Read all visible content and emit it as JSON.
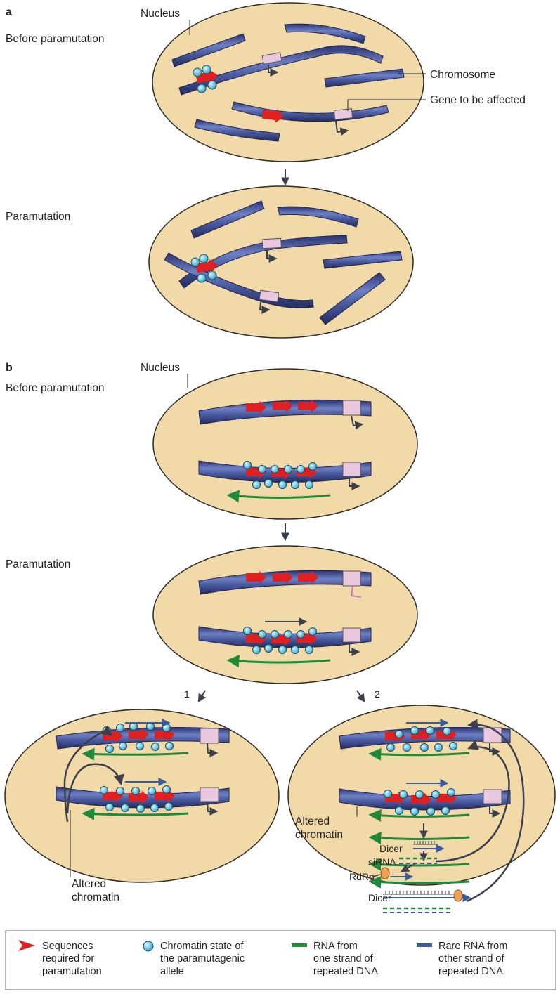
{
  "panel_a": {
    "letter": "a",
    "nucleus_label": "Nucleus",
    "stage1_label": "Before paramutation",
    "stage2_label": "Paramutation",
    "chromosome_label": "Chromosome",
    "gene_label": "Gene to be affected"
  },
  "panel_b": {
    "letter": "b",
    "nucleus_label": "Nucleus",
    "stage1_label": "Before paramutation",
    "stage2_label": "Paramutation",
    "path1_label": "1",
    "path2_label": "2",
    "altered1_line1": "Altered",
    "altered1_line2": "chromatin",
    "altered2_line1": "Altered",
    "altered2_line2": "chromatin",
    "dicer1": "Dicer",
    "sirna": "siRNA",
    "rdrp": "RdRp",
    "dicer2": "Dicer"
  },
  "legend": {
    "items": [
      {
        "icon": "red-arrowhead",
        "lines": [
          "Sequences",
          "required for",
          "paramutation"
        ]
      },
      {
        "icon": "cyan-circle",
        "lines": [
          "Chromatin state of",
          "the paramutagenic",
          "allele"
        ]
      },
      {
        "icon": "green-bar",
        "lines": [
          "RNA from",
          "one strand of",
          "repeated DNA"
        ]
      },
      {
        "icon": "blue-bar",
        "lines": [
          "Rare RNA from",
          "other strand of",
          "repeated DNA"
        ]
      }
    ]
  },
  "colors": {
    "nucleus_fill": "#f2d9a8",
    "chromosome": "#3c4a8c",
    "gene": "#e9c8dd",
    "sequence_arrow": "#e02020",
    "chromatin_circle": "#7fd0e8",
    "rna_one_strand": "#1f8a3a",
    "rna_other_strand": "#3a5a9a",
    "rdrp": "#f0a050"
  }
}
